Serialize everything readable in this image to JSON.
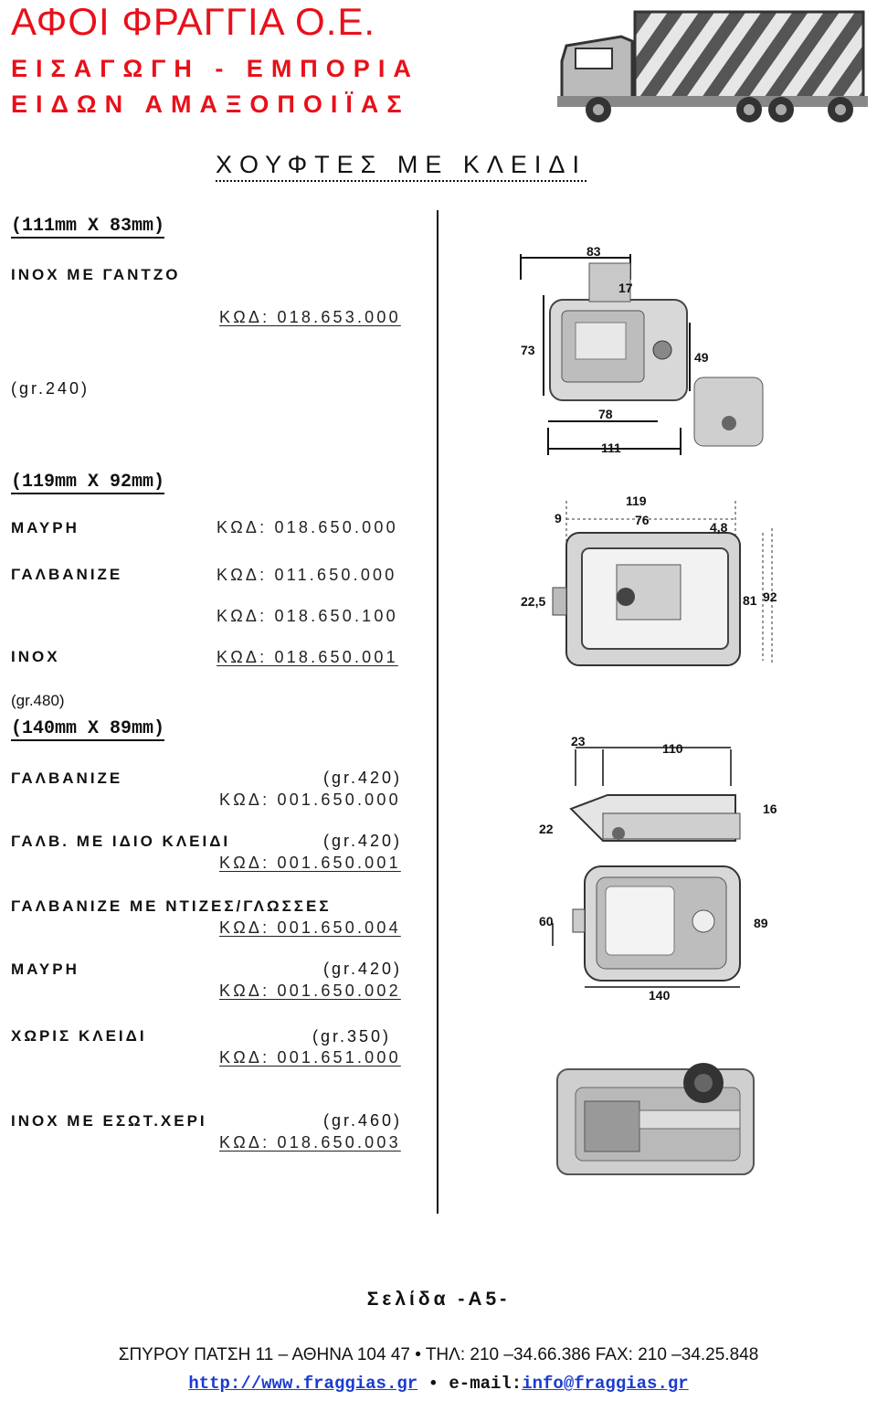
{
  "header": {
    "company": "ΑΦΟΙ ΦΡΑΓΓΙΑ Ο.Ε.",
    "line1": "ΕΙΣΑΓΩΓΗ - ΕΜΠΟΡΙΑ",
    "line2": "ΕΙΔΩΝ ΑΜΑΞΟΠΟΙΪΑΣ",
    "page_heading": "ΧΟΥΦΤΕΣ ΜΕ ΚΛΕΙΔΙ"
  },
  "section1": {
    "title": "(111mm X 83mm)",
    "item_label": "INOX ΜΕ ΓΑΝΤΖΟ",
    "code": "ΚΩΔ: 018.653.000",
    "weight": "(gr.240)"
  },
  "section2": {
    "title": "(119mm X 92mm)",
    "items": [
      {
        "label": "ΜΑΥΡΗ",
        "code": "ΚΩΔ: 018.650.000"
      },
      {
        "label": "ΓΑΛΒΑΝΙΖΕ",
        "code": "ΚΩΔ: 011.650.000"
      },
      {
        "label": "",
        "code": "ΚΩΔ: 018.650.100"
      },
      {
        "label": "INOX",
        "code": "ΚΩΔ: 018.650.001"
      }
    ],
    "weight": "(gr.480)"
  },
  "section3": {
    "title": "(140mm X 89mm)",
    "items": [
      {
        "label": "ΓΑΛΒΑΝΙΖΕ",
        "weight": "(gr.420)",
        "code": "ΚΩΔ: 001.650.000"
      },
      {
        "label": "ΓΑΛΒ. ΜΕ ΙΔΙΟ ΚΛΕΙΔΙ",
        "weight": "(gr.420)",
        "code": "ΚΩΔ: 001.650.001"
      },
      {
        "label": "ΓΑΛΒΑΝΙΖΕ ΜΕ ΝΤΙΖΕΣ/ΓΛΩΣΣΕΣ",
        "weight": "",
        "code": "ΚΩΔ: 001.650.004"
      },
      {
        "label": "ΜΑΥΡΗ",
        "weight": "(gr.420)",
        "code": "ΚΩΔ: 001.650.002"
      },
      {
        "label": "ΧΩΡΙΣ ΚΛΕΙΔΙ",
        "weight": "(gr.350)",
        "code": "ΚΩΔ: 001.651.000"
      },
      {
        "label": "INOX ΜΕ ΕΣΩΤ.ΧΕΡΙ",
        "weight": "(gr.460)",
        "code": "ΚΩΔ: 018.650.003"
      }
    ]
  },
  "drawings": {
    "d1": {
      "w": "83",
      "tab": "17",
      "h": "73",
      "h2": "49",
      "inner": "78",
      "total": "111"
    },
    "d2": {
      "left": "9",
      "w": "119",
      "inner": "76",
      "hole": "4,8",
      "side": "22,5",
      "h1": "81",
      "h2": "92"
    },
    "d3": {
      "a": "23",
      "b": "110",
      "c": "16",
      "d": "22",
      "h1": "60",
      "h2": "89",
      "w": "140"
    }
  },
  "footer": {
    "page": "Σελίδα -Α5-",
    "address": "ΣΠΥΡΟΥ ΠΑΤΣΗ 11 – ΑΘΗΝΑ 104 47 • ΤΗΛ: 210 –34.66.386 FAX: 210 –34.25.848",
    "web": "http://www.fraggias.gr",
    "sep": "•",
    "email_label": "e-mail:",
    "email": "info@fraggias.gr"
  },
  "colors": {
    "brand": "#e8101a",
    "link": "#1b3bd0"
  }
}
